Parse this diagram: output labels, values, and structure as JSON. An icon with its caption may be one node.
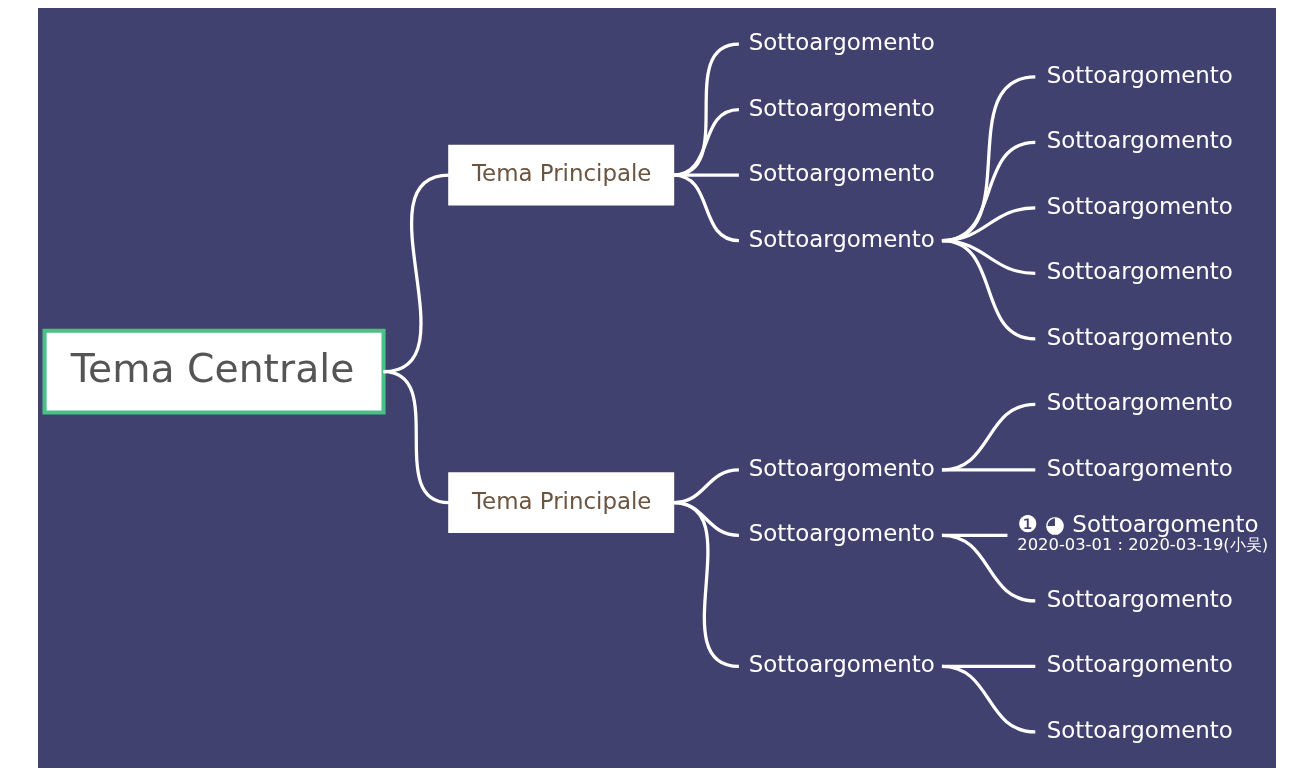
{
  "diagram": {
    "nodes": [
      {
        "text": [
          "Tema Centrale"
        ]
      },
      {
        "text": [
          "Tema Principale"
        ]
      },
      {
        "text": [
          "Sottoargomento"
        ]
      },
      {
        "text": [
          "Sottoargomento"
        ]
      },
      {
        "text": [
          "Sottoargomento"
        ]
      },
      {
        "text": [
          "Sottoargomento"
        ]
      },
      {
        "text": [
          "Sottoargomento"
        ]
      },
      {
        "text": [
          "Sottoargomento"
        ]
      },
      {
        "text": [
          "Sottoargomento"
        ]
      },
      {
        "text": [
          "Sottoargomento"
        ]
      },
      {
        "text": [
          "Sottoargomento"
        ]
      },
      {
        "text": [
          "Tema Principale"
        ]
      },
      {
        "text": [
          "Sottoargomento"
        ]
      },
      {
        "text": [
          "Sottoargomento"
        ]
      },
      {
        "text": [
          "Sottoargomento"
        ]
      },
      {
        "text": [
          "Sottoargomento"
        ]
      },
      {
        "text": [
          "❶ ◕ Sottoargomento",
          "2020-03-01 : 2020-03-19(小吴)"
        ]
      },
      {
        "text": [
          "Sottoargomento"
        ]
      },
      {
        "text": [
          "Sottoargomento"
        ]
      },
      {
        "text": [
          "Sottoargomento"
        ]
      },
      {
        "text": [
          "Sottoargomento"
        ]
      }
    ],
    "edges": [
      {
        "from": 0,
        "to": 1,
        "arrow": "none"
      },
      {
        "from": 1,
        "to": 2,
        "arrow": "none"
      },
      {
        "from": 1,
        "to": 3,
        "arrow": "none"
      },
      {
        "from": 1,
        "to": 4,
        "arrow": "none"
      },
      {
        "from": 1,
        "to": 5,
        "arrow": "none"
      },
      {
        "from": 5,
        "to": 6,
        "arrow": "none"
      },
      {
        "from": 5,
        "to": 7,
        "arrow": "none"
      },
      {
        "from": 5,
        "to": 8,
        "arrow": "none"
      },
      {
        "from": 5,
        "to": 9,
        "arrow": "none"
      },
      {
        "from": 5,
        "to": 10,
        "arrow": "none"
      },
      {
        "from": 0,
        "to": 11,
        "arrow": "none"
      },
      {
        "from": 11,
        "to": 12,
        "arrow": "none"
      },
      {
        "from": 12,
        "to": 13,
        "arrow": "none"
      },
      {
        "from": 12,
        "to": 14,
        "arrow": "none"
      },
      {
        "from": 11,
        "to": 15,
        "arrow": "none"
      },
      {
        "from": 15,
        "to": 16,
        "arrow": "none"
      },
      {
        "from": 15,
        "to": 17,
        "arrow": "none"
      },
      {
        "from": 11,
        "to": 18,
        "arrow": "none"
      },
      {
        "from": 18,
        "to": 19,
        "arrow": "none"
      },
      {
        "from": 18,
        "to": 20,
        "arrow": "none"
      }
    ]
  }
}
